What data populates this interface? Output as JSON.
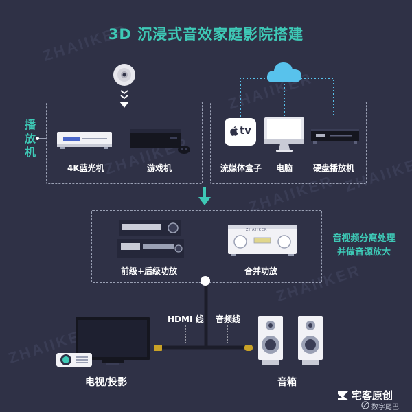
{
  "title": "3D 沉浸式音效家庭影院搭建",
  "watermark": "ZHAIIKER",
  "sections": {
    "player_label": "播放机",
    "processing_label": "音视频分离处理并做音源放大",
    "processing_line1": "音视频分离处理",
    "processing_line2": "并做音源放大"
  },
  "devices": {
    "bluray": "4K蓝光机",
    "game": "游戏机",
    "streamer": "流媒体盒子",
    "computer": "电脑",
    "hdd_player": "硬盘播放机",
    "pre_post_amp": "前级+后级功放",
    "integrated_amp": "合并功放",
    "tv_projector": "电视/投影",
    "speakers": "音箱"
  },
  "device_text": {
    "appletv": "tv",
    "amp_brand": "ZHAIIKER"
  },
  "cables": {
    "hdmi": "HDMI 线",
    "audio": "音频线"
  },
  "brand": {
    "logo_text": "宅客原创",
    "sub_text": "数字尾巴"
  },
  "colors": {
    "background": "#2f3146",
    "accent": "#3ec9b6",
    "wifi": "#58c2ec"
  }
}
